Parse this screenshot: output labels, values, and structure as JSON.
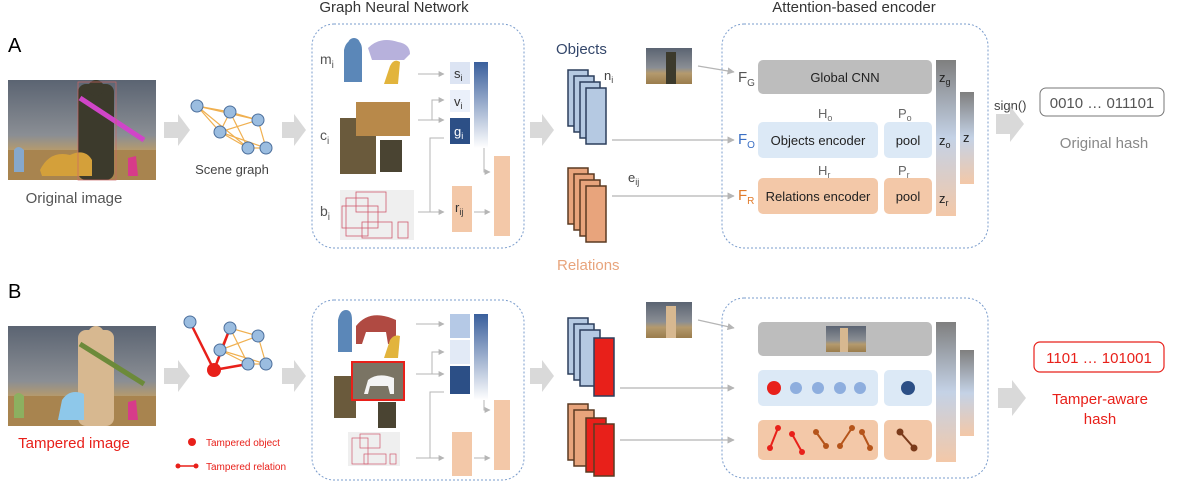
{
  "panels": {
    "a_label": "A",
    "b_label": "B"
  },
  "headers": {
    "gnn": "Graph Neural Network",
    "encoder": "Attention-based encoder"
  },
  "row_a": {
    "input_caption": "Original image",
    "scene_graph_caption": "Scene graph",
    "gnn_inputs": {
      "m": "m",
      "m_sub": "i",
      "c": "c",
      "c_sub": "i",
      "b": "b",
      "b_sub": "i"
    },
    "gnn_nodes": {
      "s": "s",
      "s_sub": "i",
      "v": "v",
      "v_sub": "i",
      "g": "g",
      "g_sub": "i",
      "r": "r",
      "r_sub": "ij"
    },
    "objects_title": "Objects",
    "objects_symbol": "n",
    "objects_symbol_sub": "i",
    "relations_title": "Relations",
    "relations_symbol": "e",
    "relations_symbol_sub": "ij",
    "f_g": "F",
    "f_g_sub": "G",
    "f_o": "F",
    "f_o_sub": "O",
    "f_r": "F",
    "f_r_sub": "R",
    "global_cnn": "Global CNN",
    "objects_encoder": "Objects encoder",
    "relations_encoder": "Relations encoder",
    "pool_o": "pool",
    "pool_r": "pool",
    "h_o": "H",
    "h_o_sub": "o",
    "p_o": "P",
    "p_o_sub": "o",
    "h_r": "H",
    "h_r_sub": "r",
    "p_r": "P",
    "p_r_sub": "r",
    "z_g": "z",
    "z_g_sub": "g",
    "z_o": "z",
    "z_o_sub": "o",
    "z_r": "z",
    "z_r_sub": "r",
    "z": "z",
    "sign_label": "sign()",
    "hash_value": "0010 … 011101",
    "hash_caption": "Original hash"
  },
  "row_b": {
    "input_caption": "Tampered image",
    "legend_object": "Tampered object",
    "legend_relation": "Tampered relation",
    "hash_value": "1101 … 101001",
    "hash_caption_line1": "Tamper-aware",
    "hash_caption_line2": "hash"
  },
  "colors": {
    "blue": "#dce9f6",
    "dark_blue": "#2c4f86",
    "orange": "#f3c8a8",
    "red": "#e8201a",
    "gray": "#c8c8c8",
    "objects_title": "#34476b",
    "relations_title": "#e8a47c",
    "f_o": "#3a6fc4",
    "f_r": "#e07a2a"
  }
}
